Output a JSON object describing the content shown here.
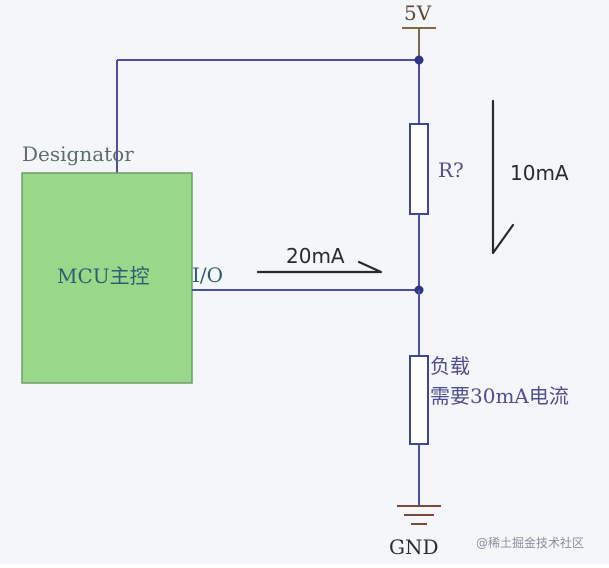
{
  "diagram": {
    "supply_label": "5V",
    "designator_label": "Designator",
    "mcu_label": "MCU主控",
    "io_label": "I/O",
    "current_left_label": "20mA",
    "resistor_label": "R?",
    "current_right_label": "10mA",
    "load_label_line1": "负载",
    "load_label_line2": "需要30mA电流",
    "ground_label": "GND",
    "watermark": "@稀土掘金技术社区"
  }
}
